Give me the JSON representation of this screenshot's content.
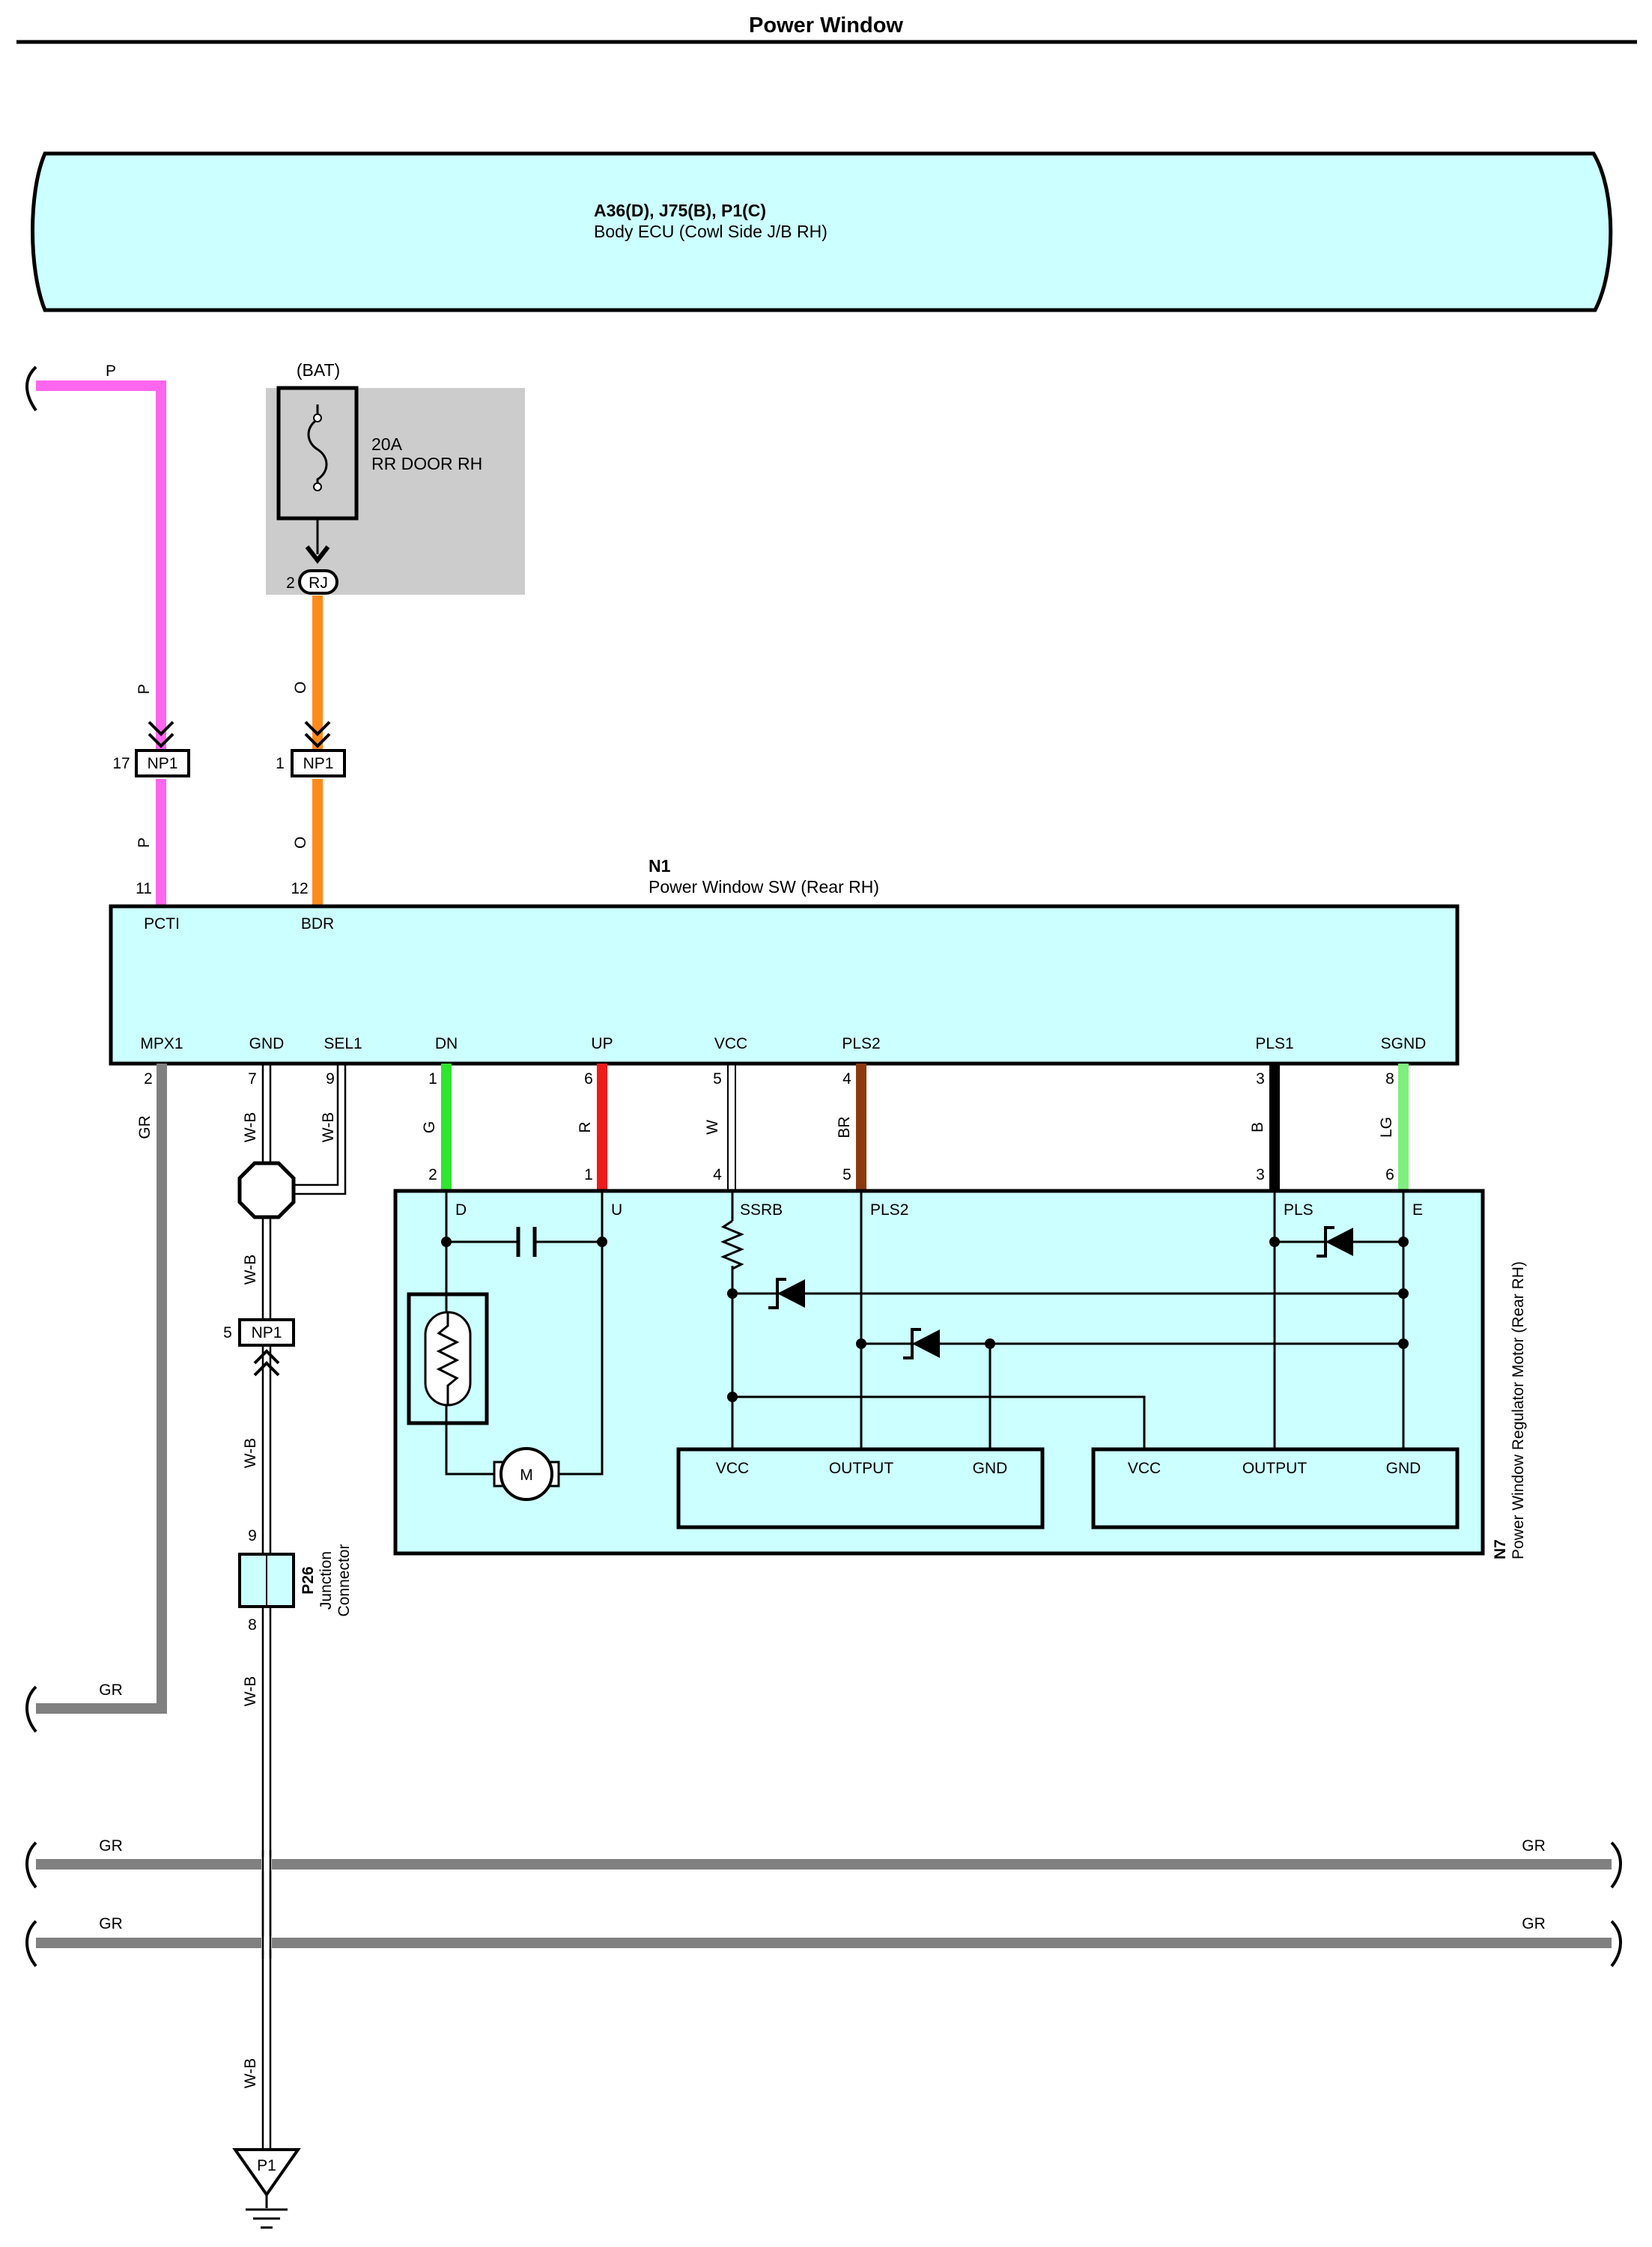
{
  "title": "Power Window",
  "body_ecu": {
    "code": "A36(D), J75(B), P1(C)",
    "name": "Body ECU (Cowl Side J/B RH)"
  },
  "fuse": {
    "source": "(BAT)",
    "rating": "20A",
    "name": "RR DOOR RH",
    "junction_pin": "2",
    "junction_code": "RJ"
  },
  "switch": {
    "code": "N1",
    "name": "Power Window SW (Rear RH)",
    "top_pins": [
      {
        "label": "PCTI",
        "pin": "11"
      },
      {
        "label": "BDR",
        "pin": "12"
      }
    ],
    "bottom_pins": [
      {
        "label": "MPX1",
        "pin": "2"
      },
      {
        "label": "GND",
        "pin": "7"
      },
      {
        "label": "SEL1",
        "pin": "9"
      },
      {
        "label": "DN",
        "pin": "1"
      },
      {
        "label": "UP",
        "pin": "6"
      },
      {
        "label": "VCC",
        "pin": "5"
      },
      {
        "label": "PLS2",
        "pin": "4"
      },
      {
        "label": "PLS1",
        "pin": "3"
      },
      {
        "label": "SGND",
        "pin": "8"
      }
    ]
  },
  "connector_np1": {
    "code": "NP1",
    "pins": [
      "17",
      "1",
      "5"
    ]
  },
  "motor": {
    "code": "N7",
    "name": "Power Window Regulator Motor (Rear RH)",
    "pins": [
      {
        "label": "D",
        "pin": "2"
      },
      {
        "label": "U",
        "pin": "1"
      },
      {
        "label": "SSRB",
        "pin": "4"
      },
      {
        "label": "PLS2",
        "pin": "5"
      },
      {
        "label": "PLS",
        "pin": "3"
      },
      {
        "label": "E",
        "pin": "6"
      }
    ],
    "motor_symbol": "M",
    "ic_left": {
      "vcc": "VCC",
      "output": "OUTPUT",
      "gnd": "GND"
    },
    "ic_right": {
      "vcc": "VCC",
      "output": "OUTPUT",
      "gnd": "GND"
    }
  },
  "junction_connector": {
    "code": "P26",
    "line1": "Junction",
    "line2": "Connector",
    "pin_top": "9",
    "pin_bottom": "8"
  },
  "ground": {
    "code": "P1"
  },
  "wires": {
    "p": "P",
    "o": "O",
    "gr": "GR",
    "wb": "W-B",
    "g": "G",
    "r": "R",
    "w": "W",
    "br": "BR",
    "b": "B",
    "lg": "LG"
  },
  "colors": {
    "p": "#ff66ee",
    "o": "#ff8a1c",
    "gr": "#808080",
    "g": "#2ee62e",
    "r": "#ee1c1c",
    "br": "#8b3a10",
    "b": "#000000",
    "lg": "#7ef07e",
    "box": "#ccffff",
    "fusebox": "#cccccc"
  }
}
